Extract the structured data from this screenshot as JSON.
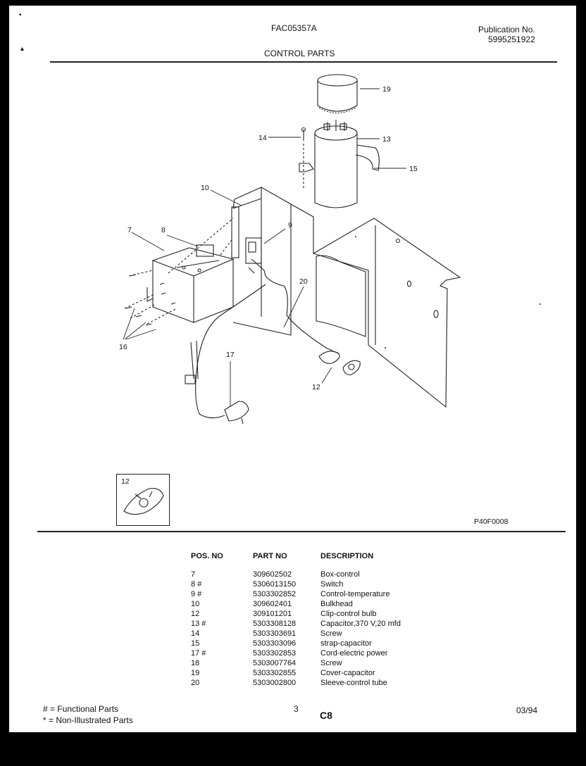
{
  "header": {
    "model": "FAC05357A",
    "section": "CONTROL PARTS",
    "publication_label": "Publication No.",
    "publication_number": "5995251922"
  },
  "diagram": {
    "callouts": {
      "c7": "7",
      "c8": "8",
      "c9": "9",
      "c10": "10",
      "c12": "12",
      "c13": "13",
      "c14": "14",
      "c15": "15",
      "c16": "16",
      "c17": "17",
      "c19": "19",
      "c20": "20"
    },
    "inset_label": "12",
    "figure_code": "P40F0008"
  },
  "parts_table": {
    "headers": [
      "POS. NO",
      "PART NO",
      "DESCRIPTION"
    ],
    "rows": [
      {
        "pos": "7",
        "part": "309602502",
        "desc": "Box-control"
      },
      {
        "pos": "8 #",
        "part": "5306013150",
        "desc": "Switch"
      },
      {
        "pos": "9 #",
        "part": "5303302852",
        "desc": "Control-temperature"
      },
      {
        "pos": "10",
        "part": "309602401",
        "desc": "Bulkhead"
      },
      {
        "pos": "12",
        "part": "309101201",
        "desc": "Clip-control bulb"
      },
      {
        "pos": "13 #",
        "part": "5303308128",
        "desc": "Capacitor,370 V,20 mfd"
      },
      {
        "pos": "14",
        "part": "5303303691",
        "desc": "Screw"
      },
      {
        "pos": "15",
        "part": "5303303096",
        "desc": "strap-capacitor"
      },
      {
        "pos": "17 #",
        "part": "5303302853",
        "desc": "Cord-electric power"
      },
      {
        "pos": "18",
        "part": "5303007764",
        "desc": "Screw"
      },
      {
        "pos": "19",
        "part": "5303302855",
        "desc": "Cover-capacitor"
      },
      {
        "pos": "20",
        "part": "5303002800",
        "desc": "Sleeve-control tube"
      }
    ]
  },
  "footer": {
    "legend_functional": "# = Functional Parts",
    "legend_non_illustrated": "* = Non-Illustrated Parts",
    "page_number": "3",
    "section_code": "C8",
    "date": "03/94"
  }
}
